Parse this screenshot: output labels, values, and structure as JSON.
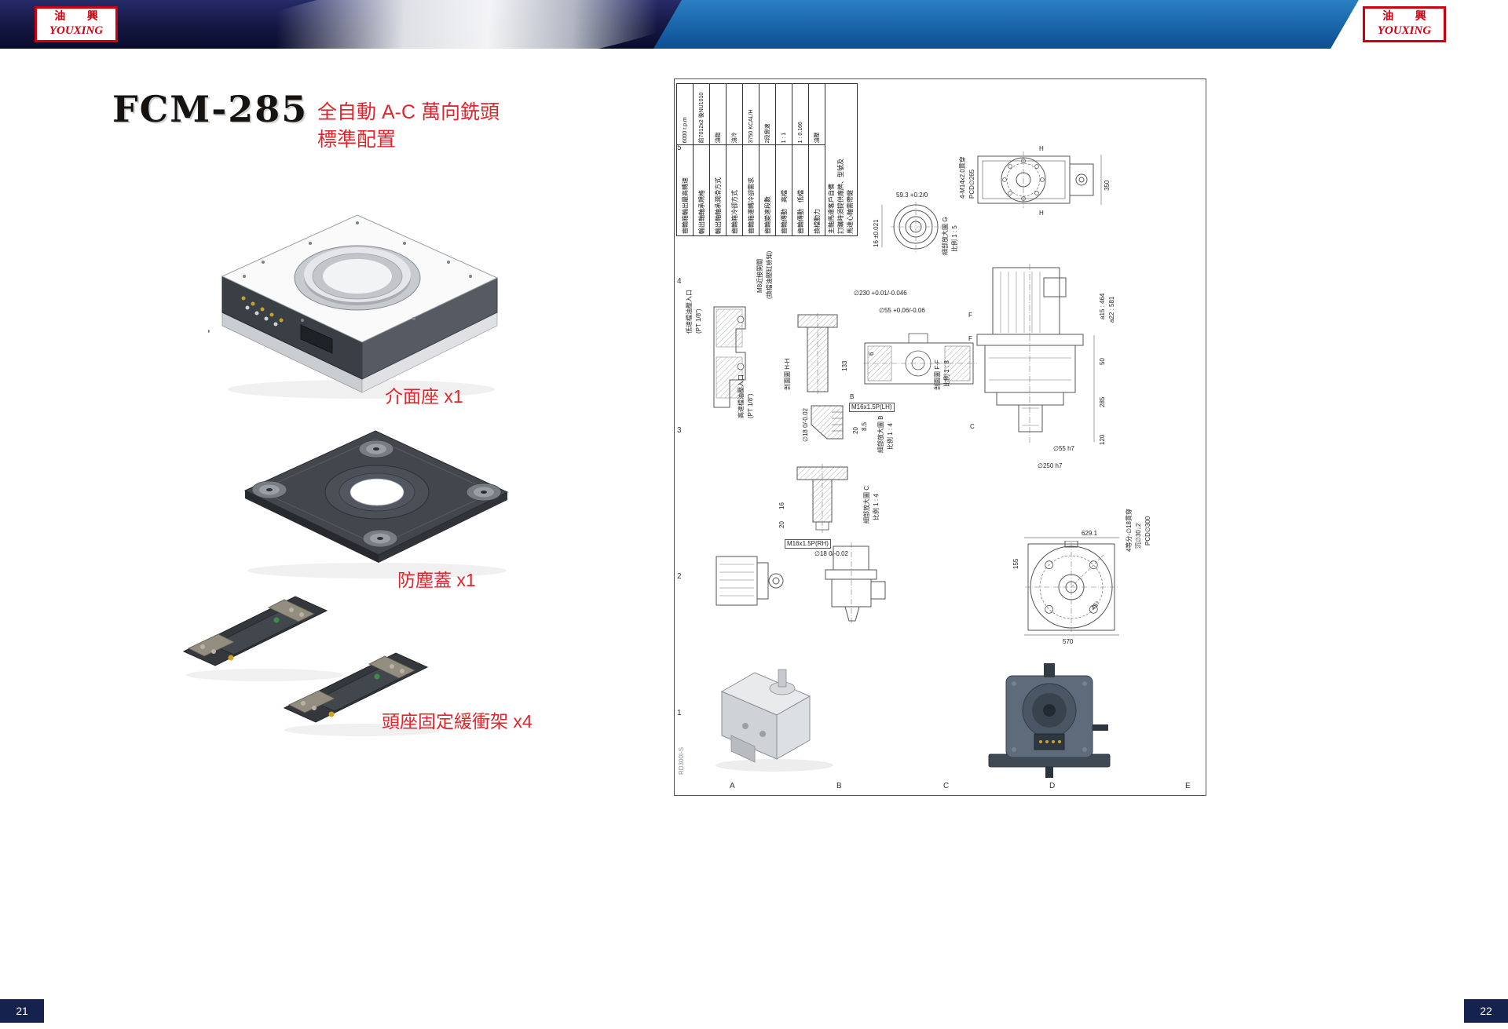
{
  "header": {
    "logo_cn": "油 興",
    "logo_en": "YOUXING"
  },
  "left_page": {
    "model": "FCM-285",
    "subtitle_line1": "全自動 A-C 萬向銑頭",
    "subtitle_line2": "標準配置",
    "parts": [
      {
        "label": "介面座 x1"
      },
      {
        "label": "防塵蓋 x1"
      },
      {
        "label": "頭座固定緩衝架 x4"
      }
    ],
    "page_number": "21"
  },
  "right_page": {
    "page_number": "22",
    "drawing": {
      "code": "RD300I-S",
      "grid_cols": [
        "A",
        "B",
        "C",
        "D",
        "E"
      ],
      "grid_rows": [
        "5",
        "4",
        "3",
        "2",
        "1"
      ],
      "spec_table": {
        "rows": [
          {
            "label": "齒輪箱輸出最高轉速",
            "value": "6000 r.p.m"
          },
          {
            "label": "輸出軸軸承規格",
            "value": "前7012x2 後NU1010"
          },
          {
            "label": "輸出軸軸承潤滑方式",
            "value": "油脂"
          },
          {
            "label": "齒輪箱冷卻方式",
            "value": "油冷"
          },
          {
            "label": "齒輪箱運轉冷卻需求",
            "value": "3750 KCAL/H"
          },
          {
            "label": "齒輪變速段數",
            "value": "2段變速"
          },
          {
            "label": "齒輪傳動　高檔",
            "value": "1 : 1"
          },
          {
            "label": "齒輪傳動　低檔",
            "value": "1 : 0.166"
          },
          {
            "label": "換檔動力",
            "value": "油壓"
          }
        ],
        "note_lines": [
          "主軸馬達客戶自備",
          "訂購時須提供廠牌、型號及",
          "馬達心軸需帶鍵"
        ]
      },
      "ann": {
        "bolt_pattern": "4-M14x2.0貫穿",
        "pcd265": "PCD∅265",
        "dim350": "350",
        "dim59": "59.3 +0.2/0",
        "dim16t": "16 ±0.021",
        "detailG": "細部放大圖 G",
        "scaleG": "比例 1 : 5",
        "low_oil": "低速檔油壓入口",
        "low_oil_pt": "(PT 1/8\")",
        "high_oil": "高速檔油壓入口",
        "high_oil_pt": "(PT 1/8\")",
        "m8": "M8近接開關",
        "m8b": "(換檔油壓缸檢知)",
        "secHH": "剖面圖 H-H",
        "dim133": "133",
        "dia18lh": "∅18 0/-0.02",
        "m16lh": "M16x1.5P(LH)",
        "dim20b": "20",
        "dim85": "8.5",
        "detailB": "細部放大圖 B",
        "scaleB": "比例 1 : 4",
        "secFF": "剖面圖 F-F",
        "scaleFF": "比例 1 : 8",
        "dia230": "∅230 +0.01/-0.046",
        "dia55t": "∅55 +0.06/-0.06",
        "dim6": "6",
        "detailC": "細部放大圖 C",
        "scaleC": "比例 1 : 4",
        "m16rh": "M16x1.5P(RH)",
        "dia18rh": "∅18 0/-0.02",
        "dim16c": "16",
        "dim20c": "20",
        "a15": "a15 : 464",
        "a22": "a22 : 581",
        "dim50": "50",
        "dim285": "285",
        "dim120": "120",
        "dia55h7": "∅55 h7",
        "dia250h7": "∅250 h7",
        "dim629": "629.1",
        "dim155": "155",
        "four_holes": "4等分-∅18貫穿",
        "cbore": "沉∅30↓2",
        "pcd300": "PCD∅300",
        "deg45": "45°",
        "dim570": "570",
        "markH": "H",
        "markF": "F",
        "markC": "C",
        "markB": "B"
      }
    }
  }
}
